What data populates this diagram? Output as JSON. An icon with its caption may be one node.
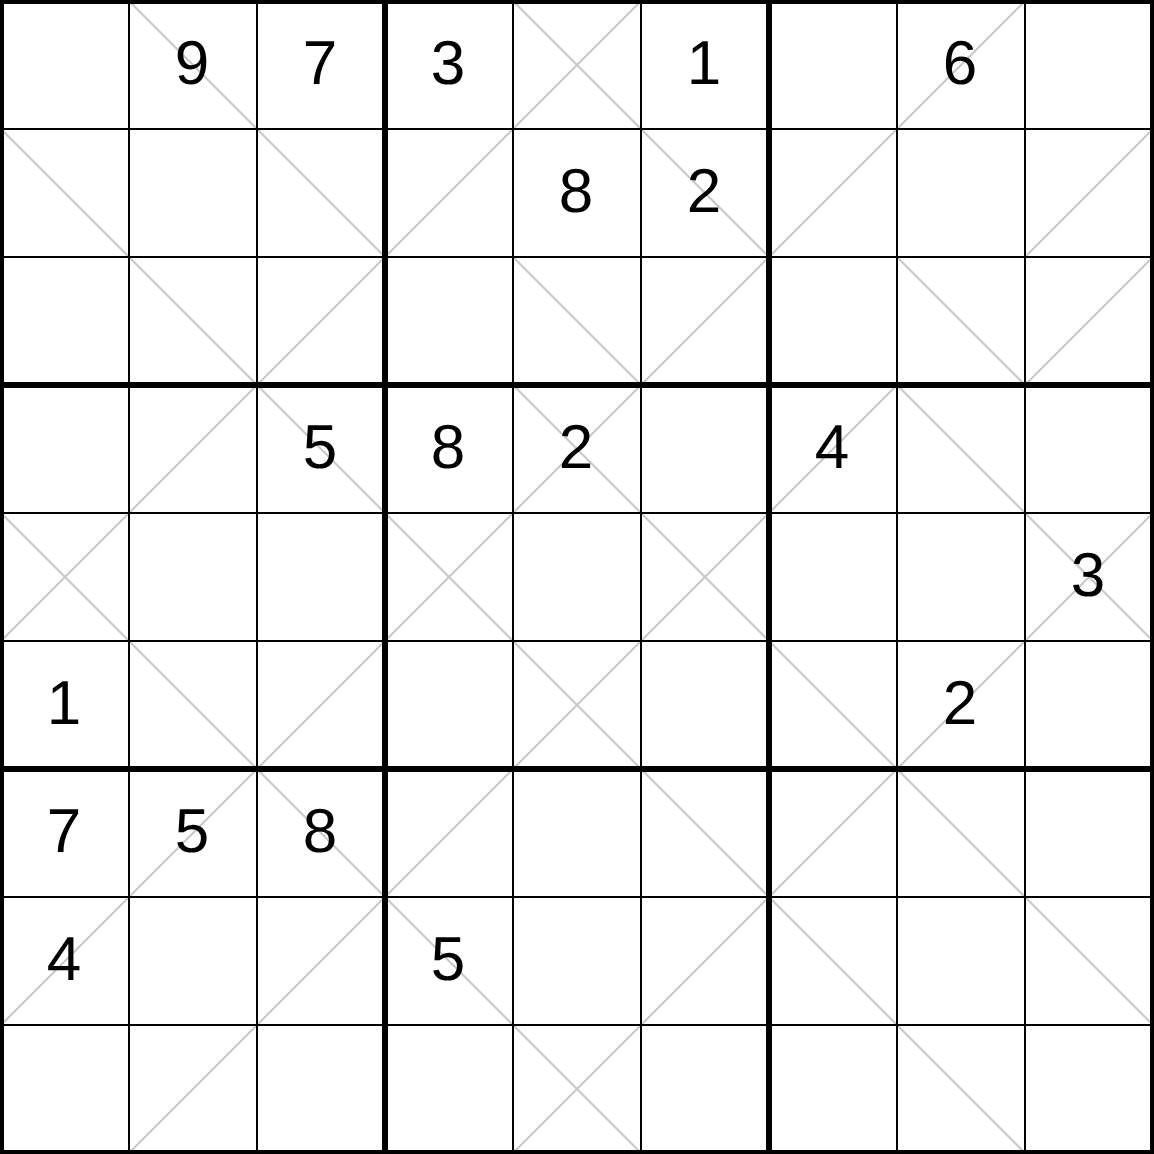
{
  "diagram": {
    "labels": [
      "9",
      "7",
      "3",
      "1",
      "6",
      "8",
      "2",
      "5",
      "8",
      "2",
      "4",
      "3",
      "1",
      "2",
      "7",
      "5",
      "8",
      "4",
      "5"
    ]
  }
}
